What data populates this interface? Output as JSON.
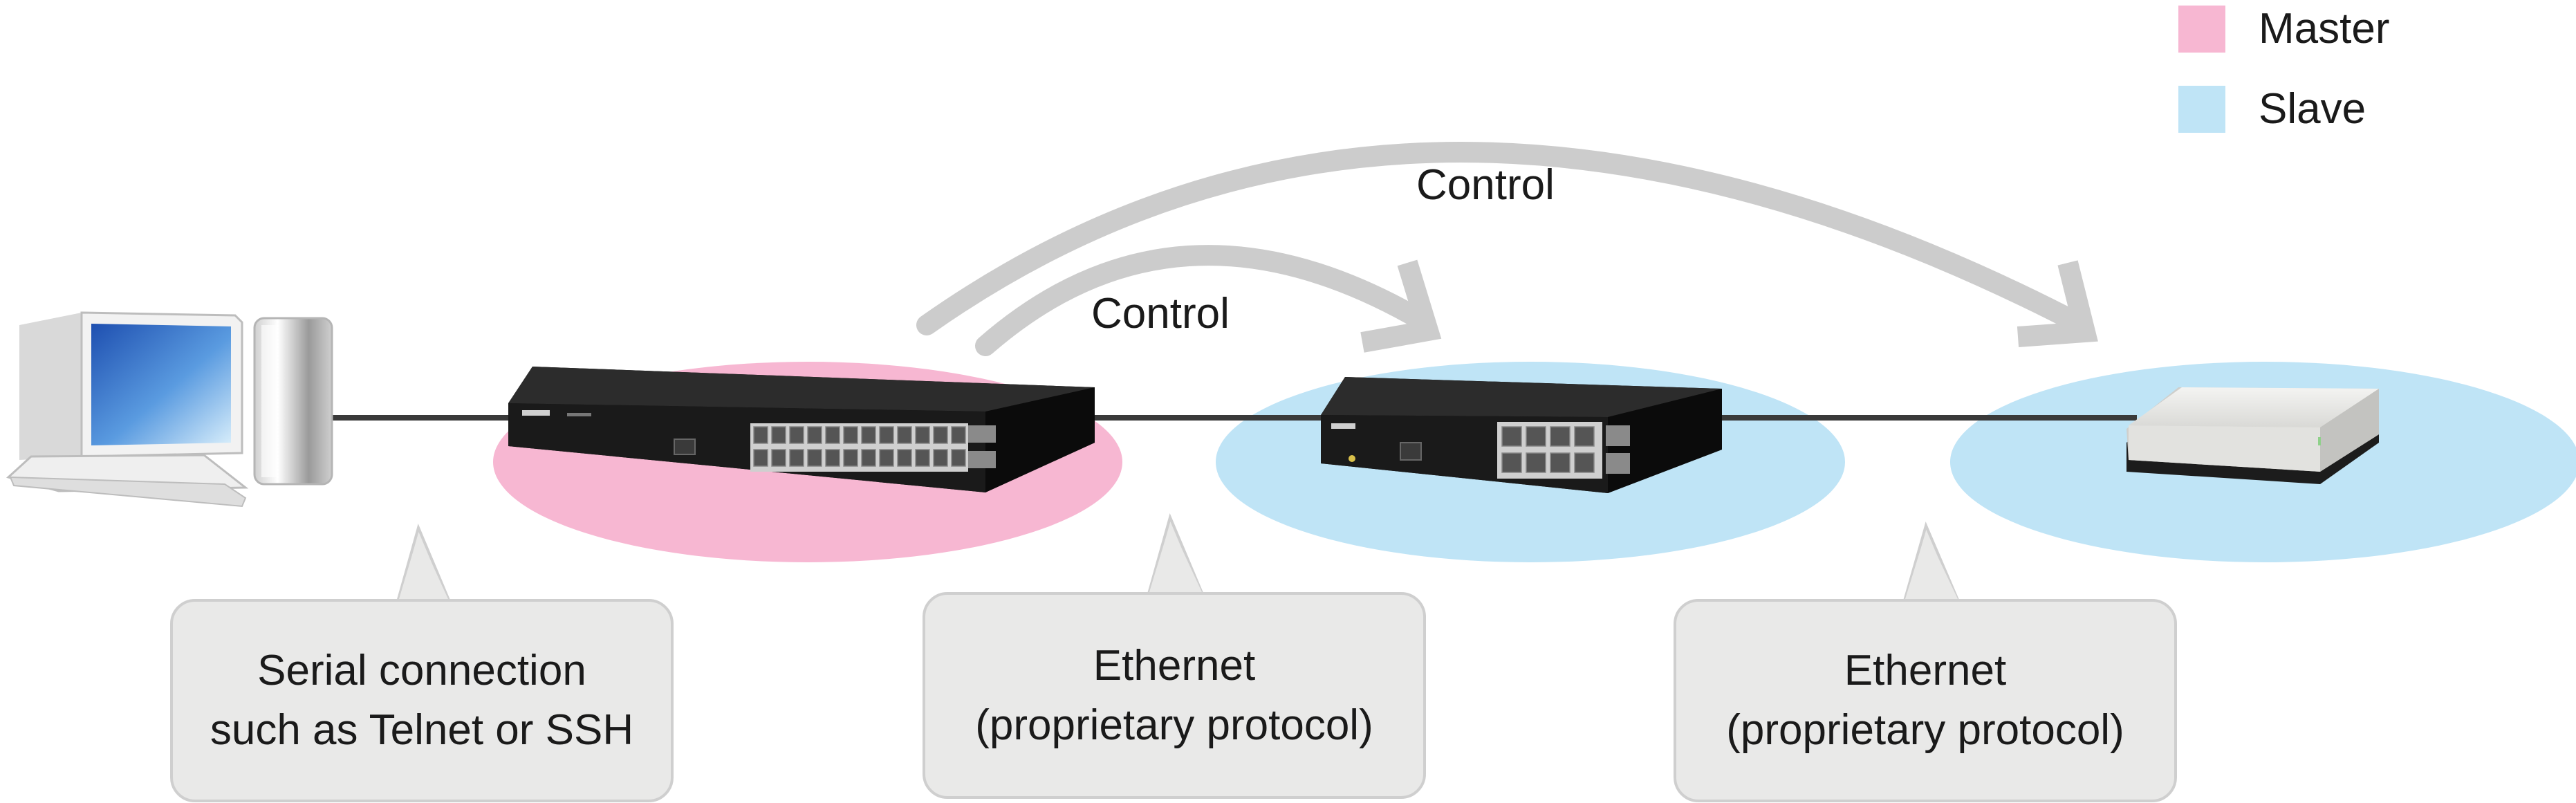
{
  "legend": {
    "items": [
      {
        "label": "Master",
        "color": "#f7b7d2"
      },
      {
        "label": "Slave",
        "color": "#bfe4f6"
      }
    ]
  },
  "arcs": {
    "short_label": "Control",
    "long_label": "Control",
    "color": "#cccccc"
  },
  "zones": {
    "master_color": "#f7b7d2",
    "slave_color": "#bfe4f6"
  },
  "callouts": [
    {
      "line1": "Serial connection",
      "line2": "such as Telnet or SSH"
    },
    {
      "line1": "Ethernet",
      "line2": "(proprietary protocol)"
    },
    {
      "line1": "Ethernet",
      "line2": "(proprietary protocol)"
    }
  ],
  "devices": [
    {
      "icon": "computer-icon"
    },
    {
      "icon": "network-switch-24port-icon"
    },
    {
      "icon": "network-switch-8port-icon"
    },
    {
      "icon": "wireless-access-point-icon"
    }
  ]
}
